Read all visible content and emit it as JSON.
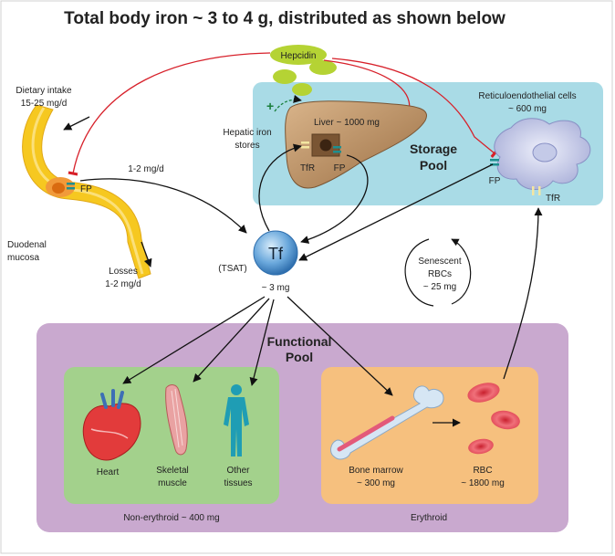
{
  "title": "Total body iron ~ 3 to 4 g, distributed as shown below",
  "hepcidin": "Hepcidin",
  "dietary": {
    "line1": "Dietary intake",
    "line2": "15-25 mg/d"
  },
  "duodenal": {
    "line1": "Duodenal",
    "line2": "mucosa"
  },
  "losses": {
    "line1": "Losses",
    "line2": "1-2 mg/d"
  },
  "absorption_rate": "1-2 mg/d",
  "fp": "FP",
  "tfr": "TfR",
  "hepatic_stores": {
    "line1": "Hepatic iron",
    "line2": "stores"
  },
  "liver": "Liver ~ 1000 mg",
  "storage_pool": {
    "line1": "Storage",
    "line2": "Pool"
  },
  "reticulo": {
    "line1": "Reticuloendothelial cells",
    "line2": "~ 600 mg"
  },
  "tf": "Tf",
  "tsat": "(TSAT)",
  "tf_amount": "~ 3 mg",
  "senescent": {
    "line1": "Senescent",
    "line2": "RBCs",
    "line3": "~ 25 mg"
  },
  "functional_pool": {
    "line1": "Functional",
    "line2": "Pool"
  },
  "heart": "Heart",
  "skeletal": {
    "line1": "Skeletal",
    "line2": "muscle"
  },
  "other": {
    "line1": "Other",
    "line2": "tissues"
  },
  "non_erythroid": "Non-erythroid ~ 400 mg",
  "bone_marrow": {
    "line1": "Bone marrow",
    "line2": "~ 300 mg"
  },
  "rbc": {
    "line1": "RBC",
    "line2": "~ 1800 mg"
  },
  "erythroid": "Erythroid",
  "colors": {
    "storage_bg": "#a9dbe6",
    "functional_bg": "#c9a9cf",
    "nonerythroid_bg": "#a3d18c",
    "erythroid_bg": "#f6c07e",
    "hepcidin": "#b5d334",
    "inhibit": "#d7202a",
    "tf": "#4c8fcf"
  }
}
